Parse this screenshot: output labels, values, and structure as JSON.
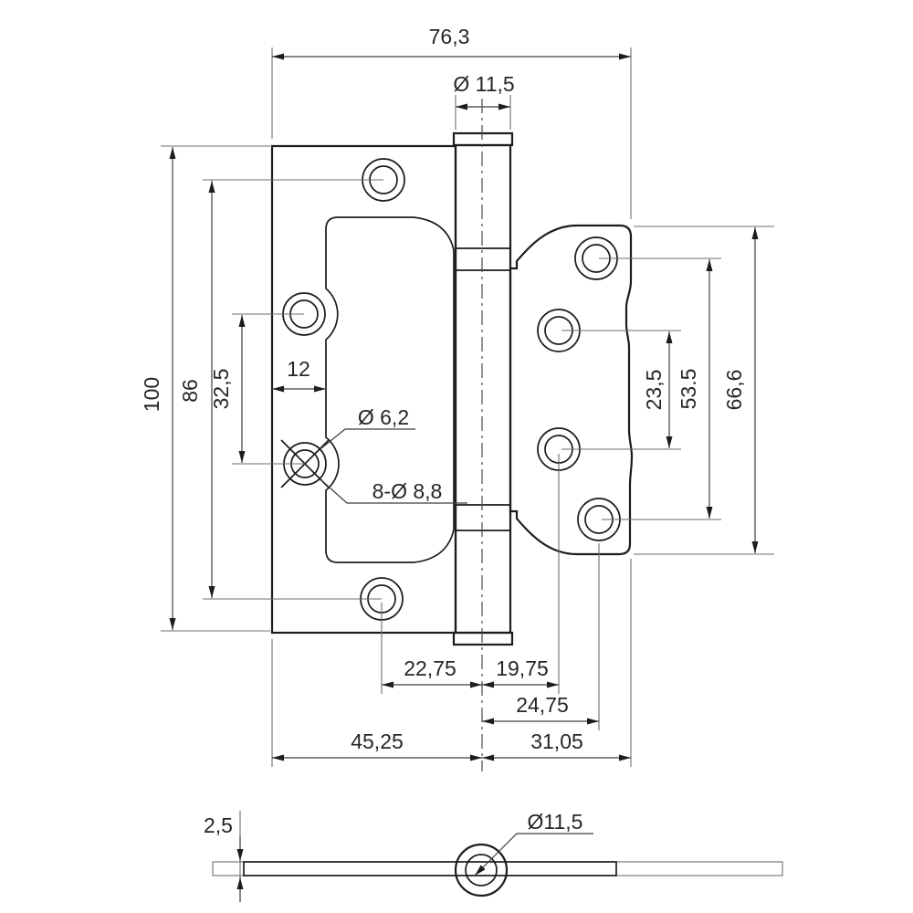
{
  "drawing": {
    "labels": {
      "width_total": "76,3",
      "pin_diameter_top": "Ø 11,5",
      "height_total": "100",
      "holes_span_left": "86",
      "holes_gap_left": "32,5",
      "inset_left": "12",
      "hole_small_diameter": "Ø 6,2",
      "holes_count_size": "8-Ø 8,8",
      "holes_gap_right": "23,5",
      "holes_span_right": "53.5",
      "leaf_height_right": "66,6",
      "hole_to_axis_left": "22,75",
      "axis_to_hole_right_inner": "19,75",
      "axis_to_hole_right_outer": "24,75",
      "leaf_width_left": "45,25",
      "leaf_width_right": "31,05",
      "plate_thickness": "2,5",
      "pin_diameter_bottom_view": "Ø11,5"
    },
    "colors": {
      "outline": "#1c1c1c",
      "dimension_line": "#3f3f3f",
      "extension_line": "#6e6e6e",
      "text": "#262626",
      "background": "#ffffff"
    }
  }
}
